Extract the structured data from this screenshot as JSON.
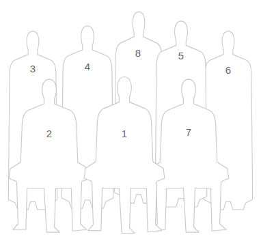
{
  "diagram": {
    "labels": [
      "8",
      "3",
      "4",
      "5",
      "6",
      "2",
      "1",
      "7"
    ]
  }
}
